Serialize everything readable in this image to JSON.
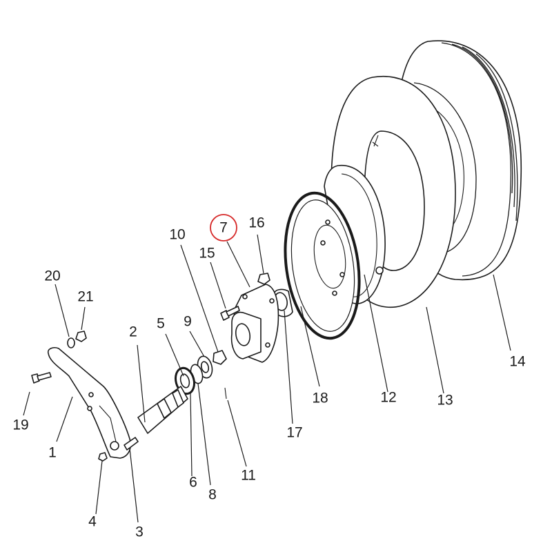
{
  "callouts": {
    "c1": "1",
    "c2": "2",
    "c3": "3",
    "c4": "4",
    "c5": "5",
    "c6": "6",
    "c7": "7",
    "c8": "8",
    "c9": "9",
    "c10": "10",
    "c11": "11",
    "c12": "12",
    "c13": "13",
    "c14": "14",
    "c15": "15",
    "c16": "16",
    "c17": "17",
    "c18": "18",
    "c19": "19",
    "c20": "20",
    "c21": "21"
  },
  "highlighted_callout": "7",
  "colors": {
    "line": "#1a1a1a",
    "highlight": "#d62828",
    "background": "#ffffff"
  }
}
